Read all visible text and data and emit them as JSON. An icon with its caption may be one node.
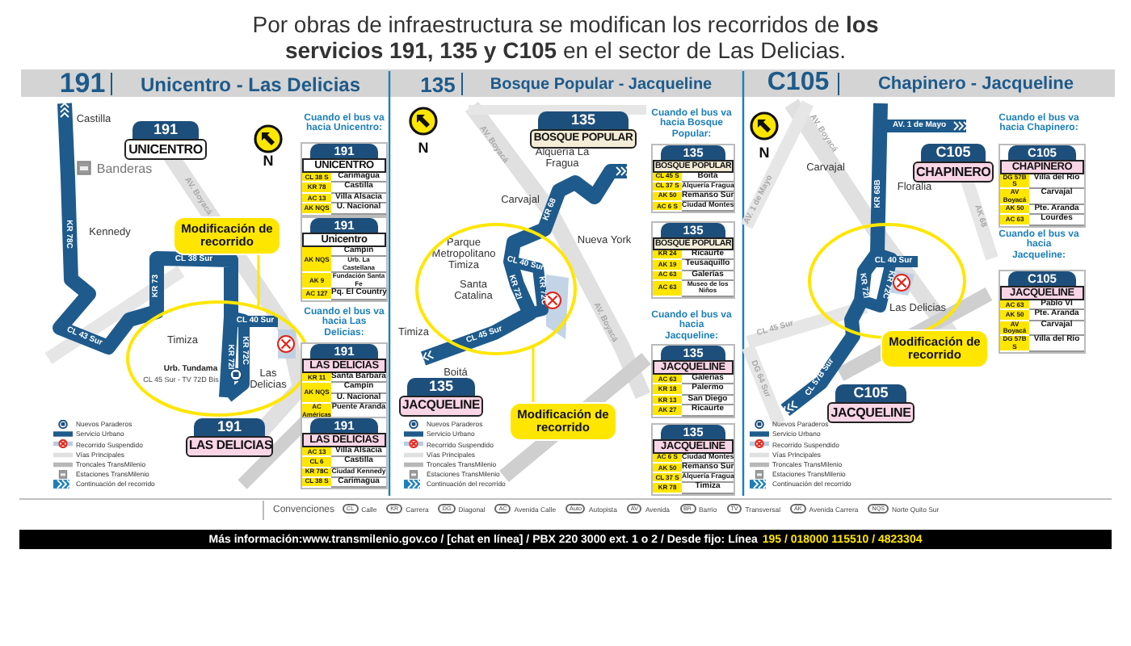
{
  "diagram": {
    "title": "Por obras de infraestructura se modifican los recorridos de **los servicios 191, 135 y C105** en el sector de Las Delicias.",
    "nodes": [
      {
        "text": [
          "191",
          "UNICENTRO"
        ]
      },
      {
        "text": [
          "Modificación de recorrido"
        ]
      },
      {
        "text": [],
        "shape": "circle"
      },
      {
        "text": [
          "191",
          "LAS DELICIAS"
        ]
      },
      {
        "text": [
          "191",
          "UNICENTRO",
          "CL 38 S",
          "Carimagua",
          "KR 78",
          "Castilla",
          "AC 13",
          "Villa Alsacia",
          "AK NQS",
          "U. Nacional"
        ]
      },
      {
        "text": [
          "191",
          "Unicentro",
          "AK NQS",
          "Campín",
          "Urb. La Castellana",
          "AK 9",
          "Fundación Santa Fe",
          "AC 127",
          "Pq. El Country"
        ]
      },
      {
        "text": [
          "191",
          "LAS DELICIAS",
          "KR 11",
          "Santa Bárbara",
          "AK NQS",
          "Campín",
          "U. Nacional",
          "AC Américas",
          "Puente Aranda"
        ]
      },
      {
        "text": [
          "191",
          "LAS DELICIAS",
          "AC 13",
          "Villa Alsacia",
          "CL 6",
          "Castilla",
          "KR 78C",
          "Ciudad Kennedy",
          "CL 38 S",
          "Carimagua"
        ]
      },
      {
        "text": [
          "135",
          "BOSQUE POPULAR"
        ]
      },
      {
        "text": [],
        "shape": "circle"
      },
      {
        "text": [
          "135",
          "JACQUELINE"
        ]
      },
      {
        "text": [
          "Modificación de recorrido"
        ]
      },
      {
        "text": [
          "135",
          "BOSQUE POPULAR",
          "CL 45 S",
          "Boitá",
          "CL 37 S",
          "Alquería Fragua",
          "AK 50",
          "Remanso Sur",
          "AC 6 S",
          "Ciudad Montes"
        ]
      },
      {
        "text": [
          "135",
          "BOSQUE POPULAR",
          "KR 24",
          "Ricaurte",
          "AK 19",
          "Teusaquillo",
          "AC 63",
          "Galerías",
          "AC 63",
          "Museo de los Niños"
        ]
      },
      {
        "text": [
          "135",
          "JACQUELINE",
          "AC 63",
          "Galerías",
          "KR 18",
          "Palermo",
          "KR 13",
          "San Diego",
          "AK 27",
          "Ricaurte"
        ]
      },
      {
        "text": [
          "135",
          "JACQUELINE",
          "AC 6 S",
          "Ciudad Montes",
          "AK 50",
          "Remanso Sur",
          "CL 37 S",
          "Alquería Fragua",
          "KR 78",
          "Timiza"
        ]
      },
      {
        "text": [
          "C105",
          "CHAPINERO"
        ]
      },
      {
        "text": [],
        "shape": "circle"
      },
      {
        "text": [
          "Modificación de recorrido"
        ]
      },
      {
        "text": [
          "C105",
          "JACQUELINE"
        ]
      },
      {
        "text": [
          "C105",
          "CHAPINERO",
          "DG 57B S",
          "Villa del Río",
          "AV Boyacá",
          "Carvajal",
          "AK 50",
          "Pte. Aranda",
          "AC 63",
          "Lourdes"
        ]
      },
      {
        "text": [
          "C105",
          "JACQUELINE",
          "AC 63",
          "Pablo VI",
          "AK 50",
          "Pte. Aranda",
          "AV Boyacá",
          "Carvajal",
          "DG 57B S",
          "Villa del Río"
        ]
      }
    ],
    "edges": [
      {
        "from": 1,
        "to": 2,
        "arrow": "none"
      },
      {
        "from": 11,
        "to": 9,
        "arrow": "none"
      }
    ],
    "labels": [
      "191",
      "Unicentro - Las Delicias",
      "135",
      "Bosque Popular - Jacqueline",
      "C105",
      "Chapinero - Jacqueline",
      "Castilla",
      "Banderas",
      "N",
      "AV. Boyacá",
      "KR 78C",
      "Kennedy",
      "CL 38 Sur",
      "KR 73",
      "CL 43 Sur",
      "Timiza",
      "CL 40 Sur",
      "KR 72I",
      "KR 72C",
      "Urb. Tundama",
      "CL 45 Sur - TV 72D Bis",
      "Las Delicias",
      "Cuando el bus va hacia Unicentro:",
      "Cuando el bus va hacia Las Delicias:",
      "N",
      "AV. Boyacá",
      "Alquería La Fragua",
      "Carvajal",
      "KR 68",
      "Parque Metropolitano Timiza",
      "Nueva York",
      "CL 40 Sur",
      "Santa Catalina",
      "KR 72I",
      "KR 72C",
      "AV. Boyacá",
      "Timiza",
      "CL 45 Sur",
      "Boitá",
      "Cuando el bus va hacia Bosque Popular:",
      "Cuando el bus va hacia Jacqueline:",
      "N",
      "AV. Boyacá",
      "AV. 1 de Mayo",
      "AV. 1 de Mayo",
      "Carvajal",
      "Floralia",
      "KR 68B",
      "AK 68",
      "CL 40 Sur",
      "KR 72I",
      "KR 72C",
      "Las Delicias",
      "CL 45 Sur",
      "DG 64 Sur",
      "CL 57B Sur",
      "Cuando el bus va hacia Chapinero:",
      "Cuando el bus va hacia Jacqueline:",
      "Convenciones",
      "CL",
      "Calle",
      "KR",
      "Carrera",
      "DG",
      "Diagonal",
      "AC",
      "Avenida Calle",
      "Auto",
      "Autopista",
      "AV",
      "Avenida",
      "BR",
      "Barrio",
      "TV",
      "Transversal",
      "AK",
      "Avenida Carrera",
      "NQS",
      "Norte Quito Sur",
      "Más información:www.transmilenio.gov.co / [chat en línea] / PBX 220 3000 ext. 1 o 2 / Desde fijo: Línea",
      "195 / 018000 115510 / 4823304"
    ],
    "legend": [
      {
        "text": "Nuevos Paraderos"
      },
      {
        "text": "Servicio Urbano"
      },
      {
        "text": "Recorrido Suspendido"
      },
      {
        "text": "Vías Principales"
      },
      {
        "text": "Troncales TransMilenio"
      },
      {
        "text": "Estaciones TransMilenio"
      },
      {
        "text": "Continuación del recorrido"
      },
      {
        "text": "Nuevos Paraderos"
      },
      {
        "text": "Servicio Urbano"
      },
      {
        "text": "Recorrido Suspendido"
      },
      {
        "text": "Vías Principales"
      },
      {
        "text": "Troncales TransMilenio"
      },
      {
        "text": "Estaciones TransMilenio"
      },
      {
        "text": "Continuación del recorrido"
      },
      {
        "text": "Nuevos Paraderos"
      },
      {
        "text": "Servicio Urbano"
      },
      {
        "text": "Recorrido Suspendido"
      },
      {
        "text": "Vías Principales"
      },
      {
        "text": "Troncales TransMilenio"
      },
      {
        "text": "Estaciones TransMilenio"
      },
      {
        "text": "Continuación del recorrido"
      }
    ]
  }
}
